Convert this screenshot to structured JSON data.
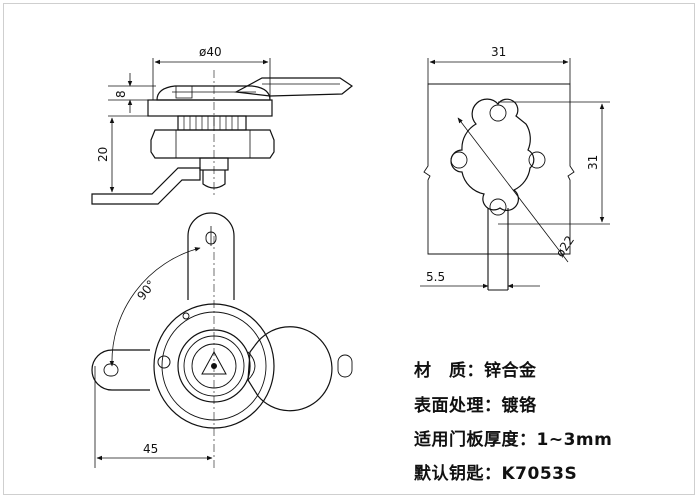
{
  "dimensions": {
    "top_width": "ø40",
    "height_small": "8",
    "height_total": "20",
    "angle": "90°",
    "arm_length": "45",
    "cutout_width": "31",
    "cutout_height": "31",
    "cutout_diameter": "ø22",
    "slot_offset": "5.5"
  },
  "specs": [
    {
      "label": "材　质",
      "sep": "：",
      "value": "锌合金"
    },
    {
      "label": "表面处理",
      "sep": "：",
      "value": "镀铬"
    },
    {
      "label": "适用门板厚度",
      "sep": "：",
      "value": "1~3mm"
    },
    {
      "label": "默认钥匙",
      "sep": "：",
      "value": "K7053S"
    }
  ]
}
